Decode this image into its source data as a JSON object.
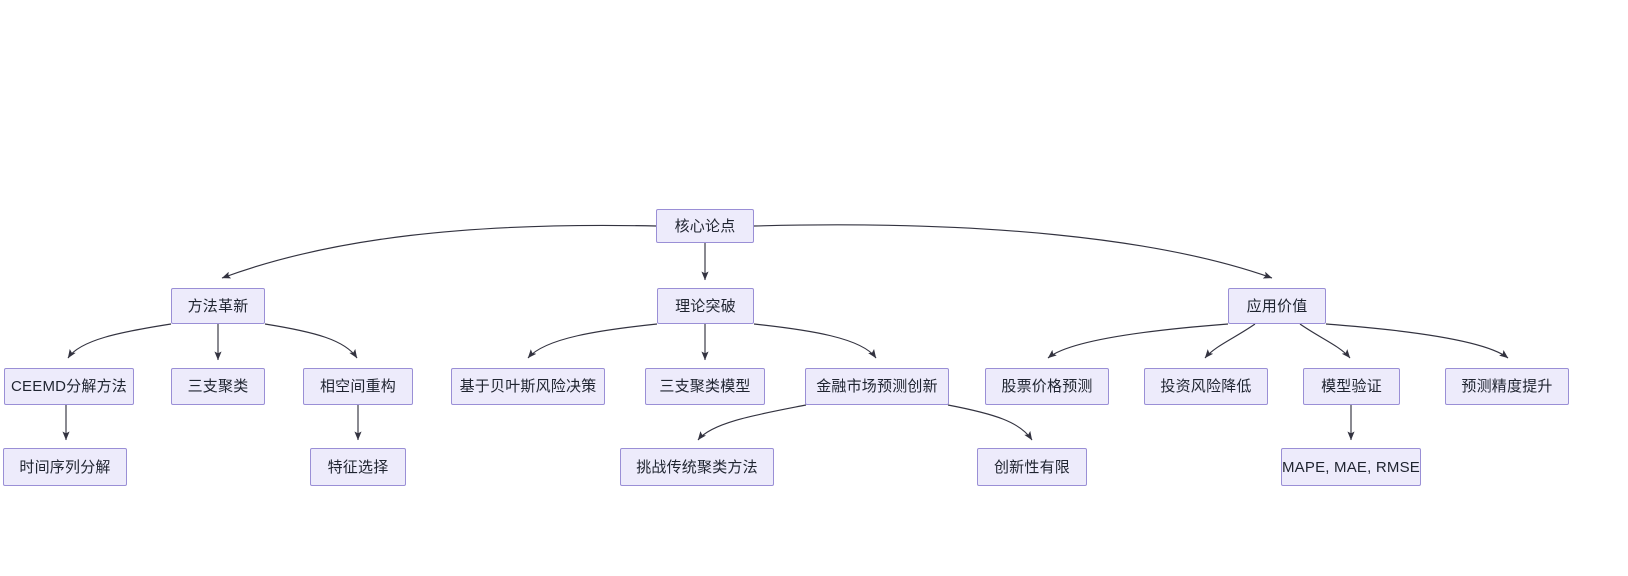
{
  "diagram": {
    "type": "mindmap-flowchart",
    "orientation": "top-down",
    "background_color": "#ffffff",
    "node_fill_color": "#edebfb",
    "node_border_color": "#9a8fd6",
    "edge_color": "#333340",
    "text_color": "#1f2430"
  },
  "nodes": {
    "root": {
      "label": "核心论点"
    },
    "level2": [
      {
        "id": "method",
        "label": "方法革新"
      },
      {
        "id": "theory",
        "label": "理论突破"
      },
      {
        "id": "value",
        "label": "应用价值"
      }
    ],
    "level3": [
      {
        "id": "ceemd",
        "label": "CEEMD分解方法",
        "parent": "method"
      },
      {
        "id": "threeway",
        "label": "三支聚类",
        "parent": "method"
      },
      {
        "id": "phase",
        "label": "相空间重构",
        "parent": "method"
      },
      {
        "id": "bayes",
        "label": "基于贝叶斯风险决策",
        "parent": "theory"
      },
      {
        "id": "twmodel",
        "label": "三支聚类模型",
        "parent": "theory"
      },
      {
        "id": "finance",
        "label": "金融市场预测创新",
        "parent": "theory"
      },
      {
        "id": "stock",
        "label": "股票价格预测",
        "parent": "value"
      },
      {
        "id": "risk",
        "label": "投资风险降低",
        "parent": "value"
      },
      {
        "id": "validate",
        "label": "模型验证",
        "parent": "value"
      },
      {
        "id": "accuracy",
        "label": "预测精度提升",
        "parent": "value"
      }
    ],
    "level4": [
      {
        "id": "tsdecomp",
        "label": "时间序列分解",
        "parent": "ceemd"
      },
      {
        "id": "feature",
        "label": "特征选择",
        "parent": "phase"
      },
      {
        "id": "challenge",
        "label": "挑战传统聚类方法",
        "parent": "finance"
      },
      {
        "id": "limited",
        "label": "创新性有限",
        "parent": "finance"
      },
      {
        "id": "metrics",
        "label": "MAPE, MAE, RMSE",
        "parent": "validate"
      }
    ]
  }
}
